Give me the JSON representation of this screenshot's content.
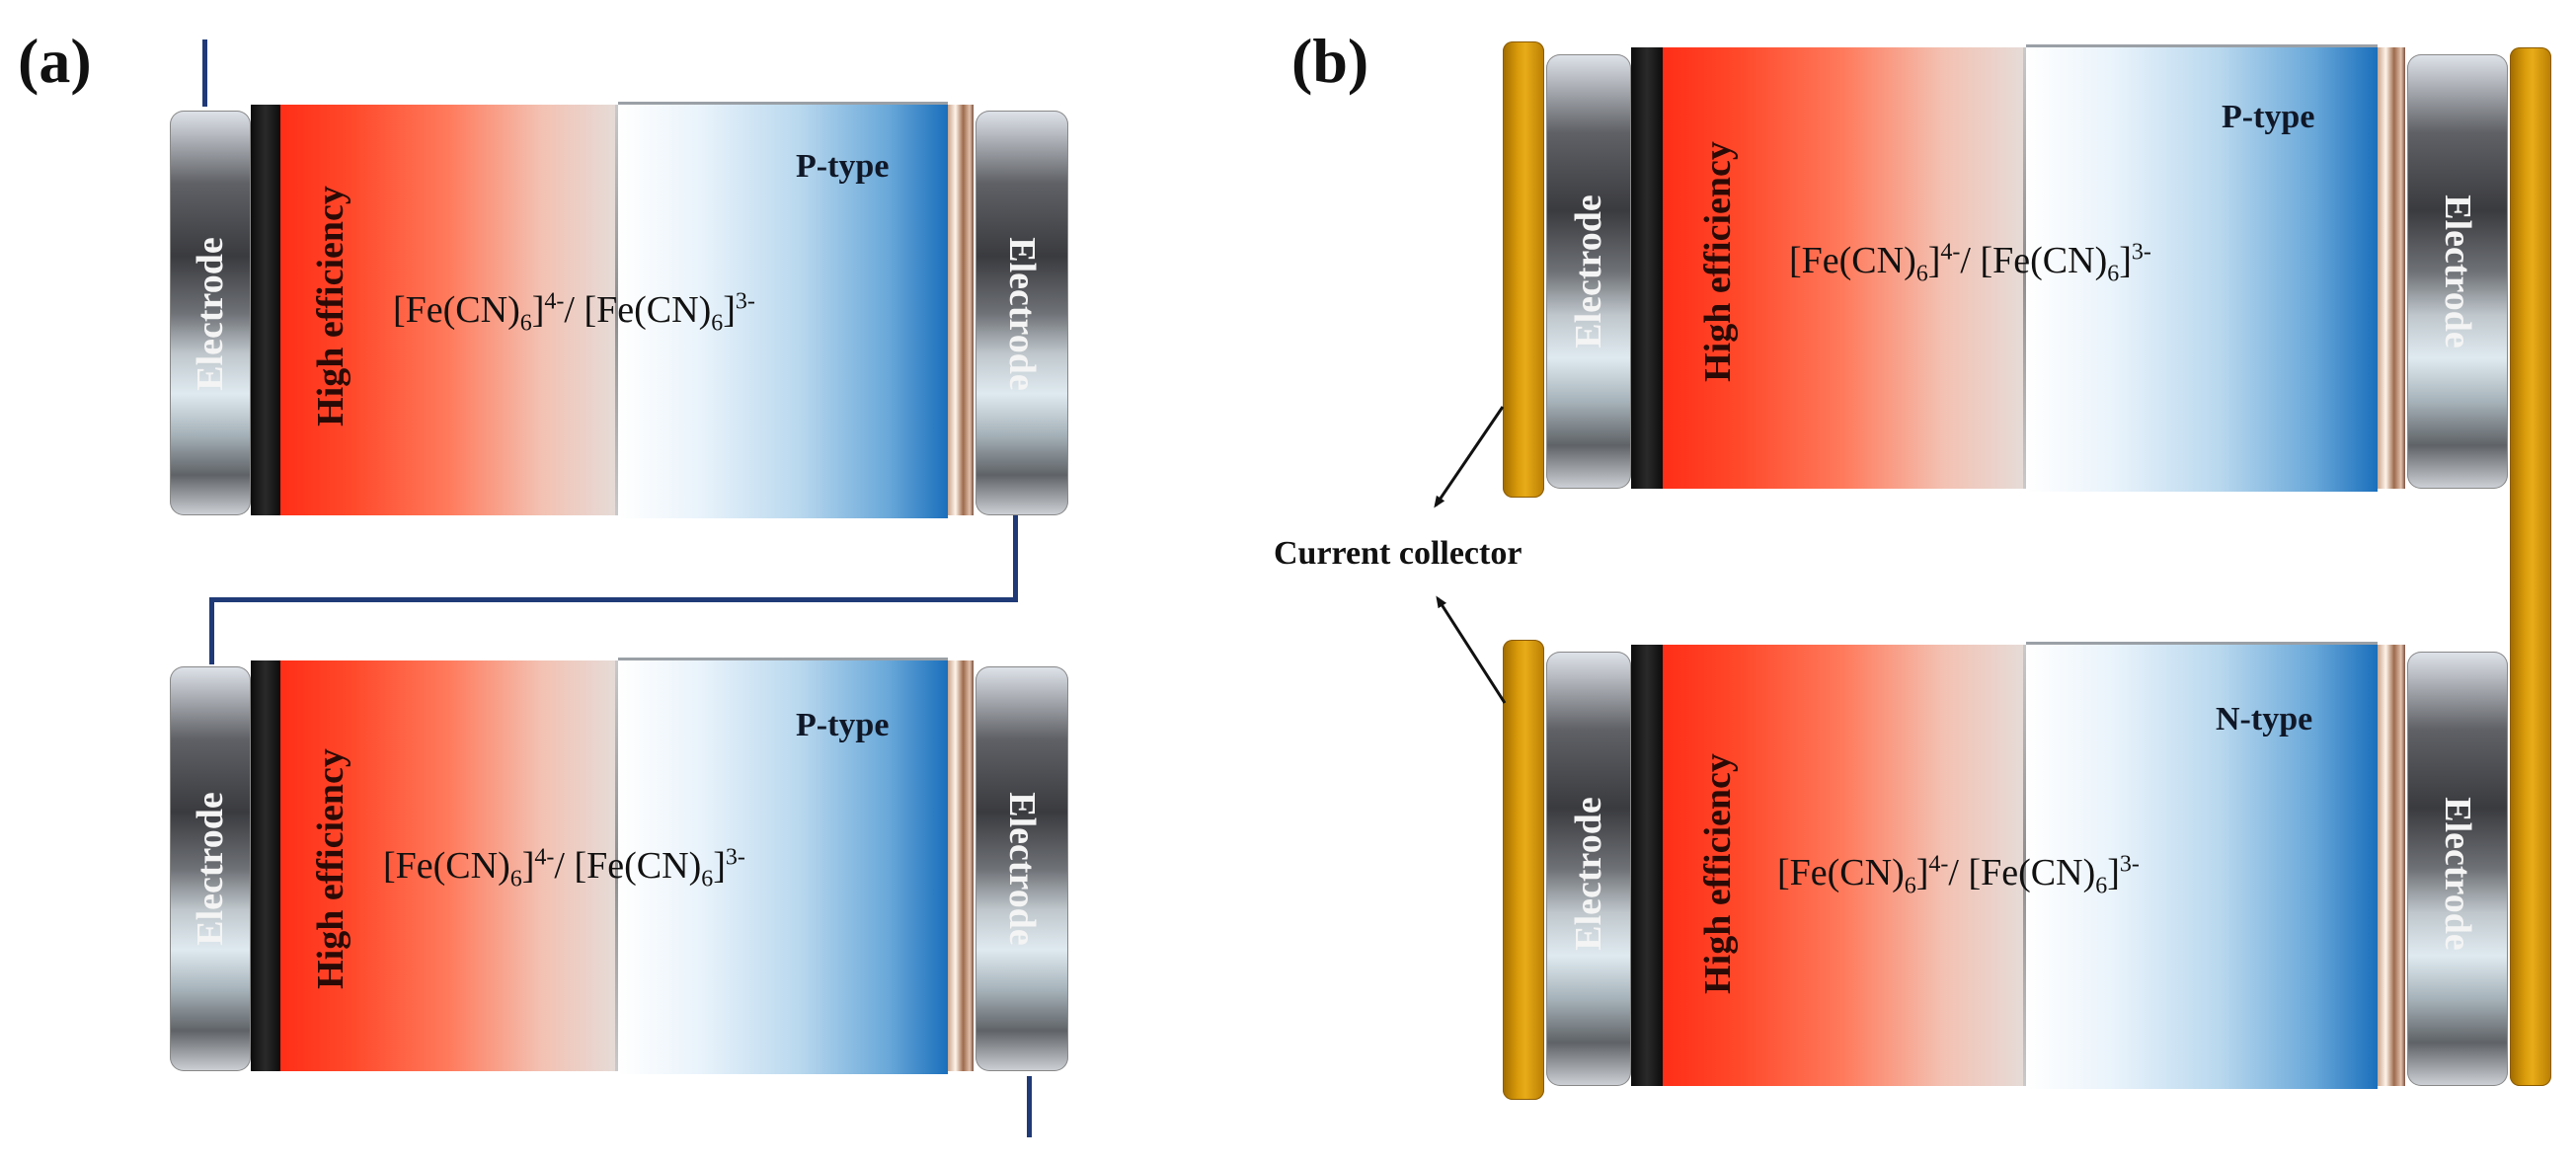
{
  "panels": [
    {
      "label": "(a)"
    },
    {
      "label": "(b)"
    }
  ],
  "cells": [
    {
      "electrode_left": "Electrode",
      "electrode_right": "Electrode",
      "layer": "High efficiency",
      "type": "P-type",
      "formula": {
        "base1": "[Fe(CN)",
        "sub1": "6",
        "close1": "]",
        "sup1": "4-",
        "sep": "/ ",
        "base2": "[Fe(CN)",
        "sub2": "6",
        "close2": "]",
        "sup2": "3-"
      }
    },
    {
      "electrode_left": "Electrode",
      "electrode_right": "Electrode",
      "layer": "High efficiency",
      "type": "P-type",
      "formula": {
        "base1": "[Fe(CN)",
        "sub1": "6",
        "close1": "]",
        "sup1": "4-",
        "sep": "/ ",
        "base2": "[Fe(CN)",
        "sub2": "6",
        "close2": "]",
        "sup2": "3-"
      }
    },
    {
      "electrode_left": "Electrode",
      "electrode_right": "Electrode",
      "layer": "High efficiency",
      "type": "P-type",
      "formula": {
        "base1": "[Fe(CN)",
        "sub1": "6",
        "close1": "]",
        "sup1": "4-",
        "sep": "/ ",
        "base2": "[Fe(CN)",
        "sub2": "6",
        "close2": "]",
        "sup2": "3-"
      }
    },
    {
      "electrode_left": "Electrode",
      "electrode_right": "Electrode",
      "layer": "High efficiency",
      "type": "N-type",
      "formula": {
        "base1": "[Fe(CN)",
        "sub1": "6",
        "close1": "]",
        "sup1": "4-",
        "sep": "/ ",
        "base2": "[Fe(CN)",
        "sub2": "6",
        "close2": "]",
        "sup2": "3-"
      }
    }
  ],
  "collector_label": "Current collector",
  "colors": {
    "wire": "#1f3a76",
    "collector": "#d89a0a",
    "hot_side": "#ff2e17",
    "cold_side": "#1a6fbc"
  }
}
